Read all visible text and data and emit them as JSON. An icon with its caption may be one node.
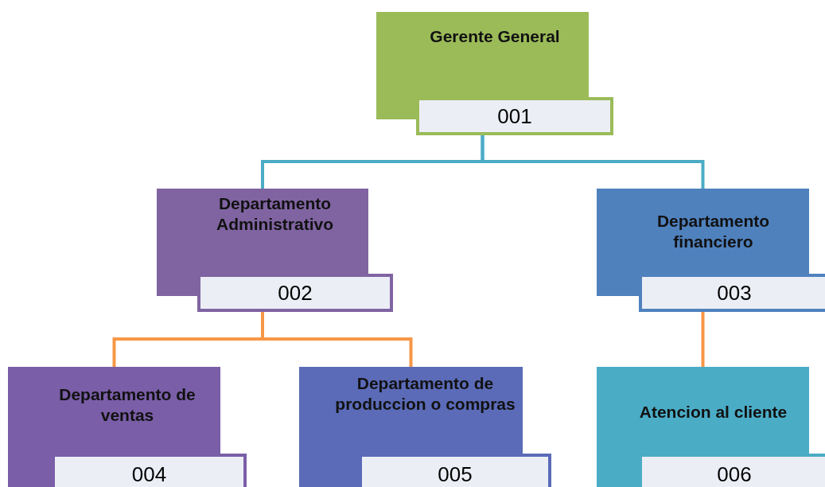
{
  "diagram": {
    "nodes": [
      {
        "text": [
          "Gerente General",
          "001"
        ]
      },
      {
        "text": [
          "Departamento Administrativo",
          "002"
        ]
      },
      {
        "text": [
          "Departamento financiero",
          "003"
        ]
      },
      {
        "text": [
          "Departamento de ventas",
          "004"
        ]
      },
      {
        "text": [
          "Departamento de produccion o compras",
          "005"
        ]
      },
      {
        "text": [
          "Atencion al cliente",
          "006"
        ]
      }
    ],
    "edges": [
      {
        "from": 0,
        "to": 1,
        "arrow": "none",
        "color": "#4bacc6"
      },
      {
        "from": 0,
        "to": 2,
        "arrow": "none",
        "color": "#4bacc6"
      },
      {
        "from": 1,
        "to": 3,
        "arrow": "none"
      },
      {
        "from": 1,
        "to": 4,
        "arrow": "none"
      },
      {
        "from": 2,
        "to": 5,
        "arrow": "none"
      }
    ]
  }
}
